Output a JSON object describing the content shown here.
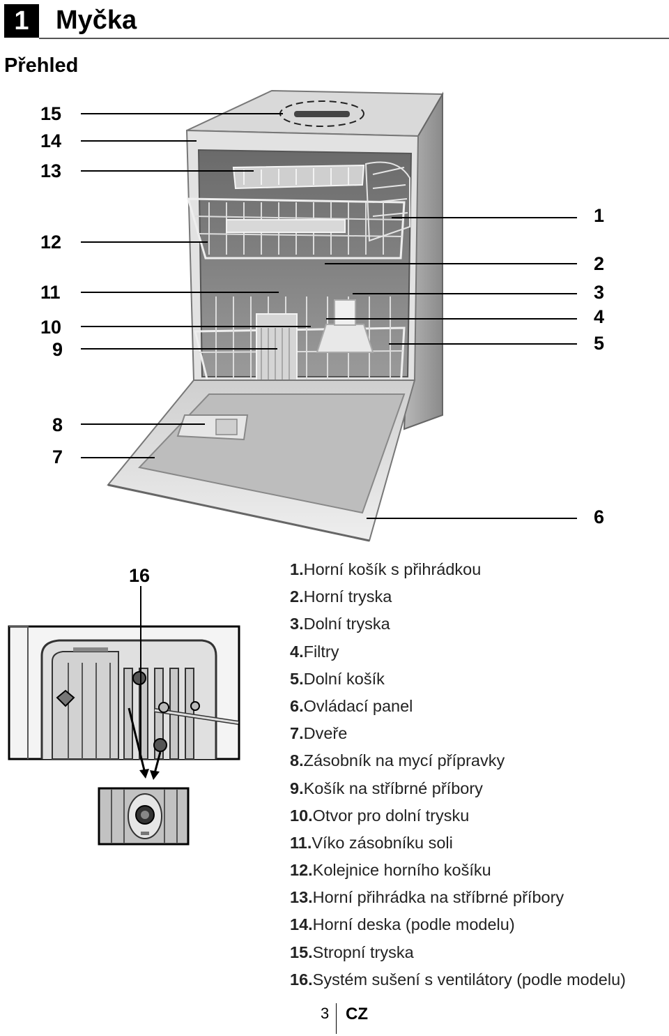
{
  "header": {
    "chapter_number": "1",
    "chapter_title": "Myčka",
    "section_title": "Přehled"
  },
  "callouts": {
    "c1": "1",
    "c2": "2",
    "c3": "3",
    "c4": "4",
    "c5": "5",
    "c6": "6",
    "c7": "7",
    "c8": "8",
    "c9": "9",
    "c10": "10",
    "c11": "11",
    "c12": "12",
    "c13": "13",
    "c14": "14",
    "c15": "15",
    "c16": "16"
  },
  "legend": [
    {
      "num": "1.",
      "text": "Horní košík s přihrádkou"
    },
    {
      "num": "2.",
      "text": "Horní tryska"
    },
    {
      "num": "3.",
      "text": "Dolní tryska"
    },
    {
      "num": "4.",
      "text": "Filtry"
    },
    {
      "num": "5.",
      "text": "Dolní košík"
    },
    {
      "num": "6.",
      "text": "Ovládací panel"
    },
    {
      "num": "7.",
      "text": "Dveře"
    },
    {
      "num": "8.",
      "text": "Zásobník na mycí přípravky"
    },
    {
      "num": "9.",
      "text": "Košík na stříbrné příbory"
    },
    {
      "num": "10.",
      "text": "Otvor pro dolní trysku"
    },
    {
      "num": "11.",
      "text": "Víko zásobníku soli"
    },
    {
      "num": "12.",
      "text": "Kolejnice horního košíku"
    },
    {
      "num": "13.",
      "text": "Horní přihrádka na stříbrné příbory"
    },
    {
      "num": "14.",
      "text": "Horní deska (podle modelu)"
    },
    {
      "num": "15.",
      "text": "Stropní tryska"
    },
    {
      "num": "16.",
      "text": "Systém sušení s ventilátory (podle modelu)"
    }
  ],
  "footer": {
    "page_number": "3",
    "language": "CZ"
  }
}
